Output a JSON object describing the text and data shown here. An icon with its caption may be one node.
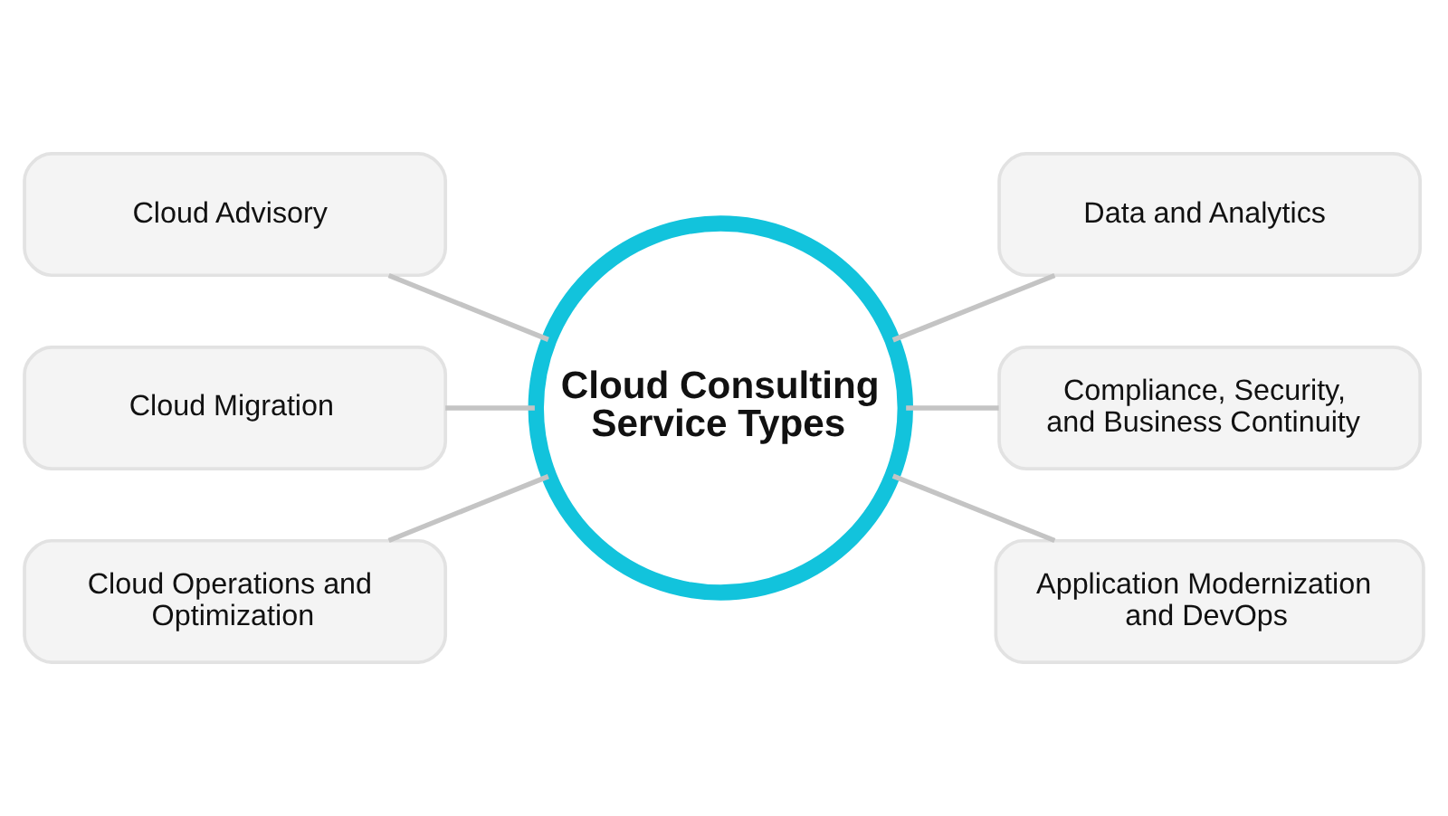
{
  "diagram": {
    "nodes": [
      {
        "text": [
          "Cloud Advisory"
        ]
      },
      {
        "text": [
          "Cloud Migration"
        ]
      },
      {
        "text": [
          "Cloud Operations and Optimization"
        ]
      },
      {
        "text": [
          "Cloud Consulting Service Types"
        ]
      },
      {
        "text": [
          "Data and Analytics"
        ]
      },
      {
        "text": [
          "Compliance, Security, and Business Continuity"
        ]
      },
      {
        "text": [
          "Application Modernization and DevOps"
        ]
      }
    ],
    "edges": [
      {
        "from": 0,
        "to": 3,
        "arrow": "none"
      },
      {
        "from": 1,
        "to": 3,
        "arrow": "none"
      },
      {
        "from": 2,
        "to": 3,
        "arrow": "none"
      },
      {
        "from": 3,
        "to": 4,
        "arrow": "none"
      },
      {
        "from": 3,
        "to": 5,
        "arrow": "none"
      },
      {
        "from": 3,
        "to": 6,
        "arrow": "none"
      }
    ]
  }
}
